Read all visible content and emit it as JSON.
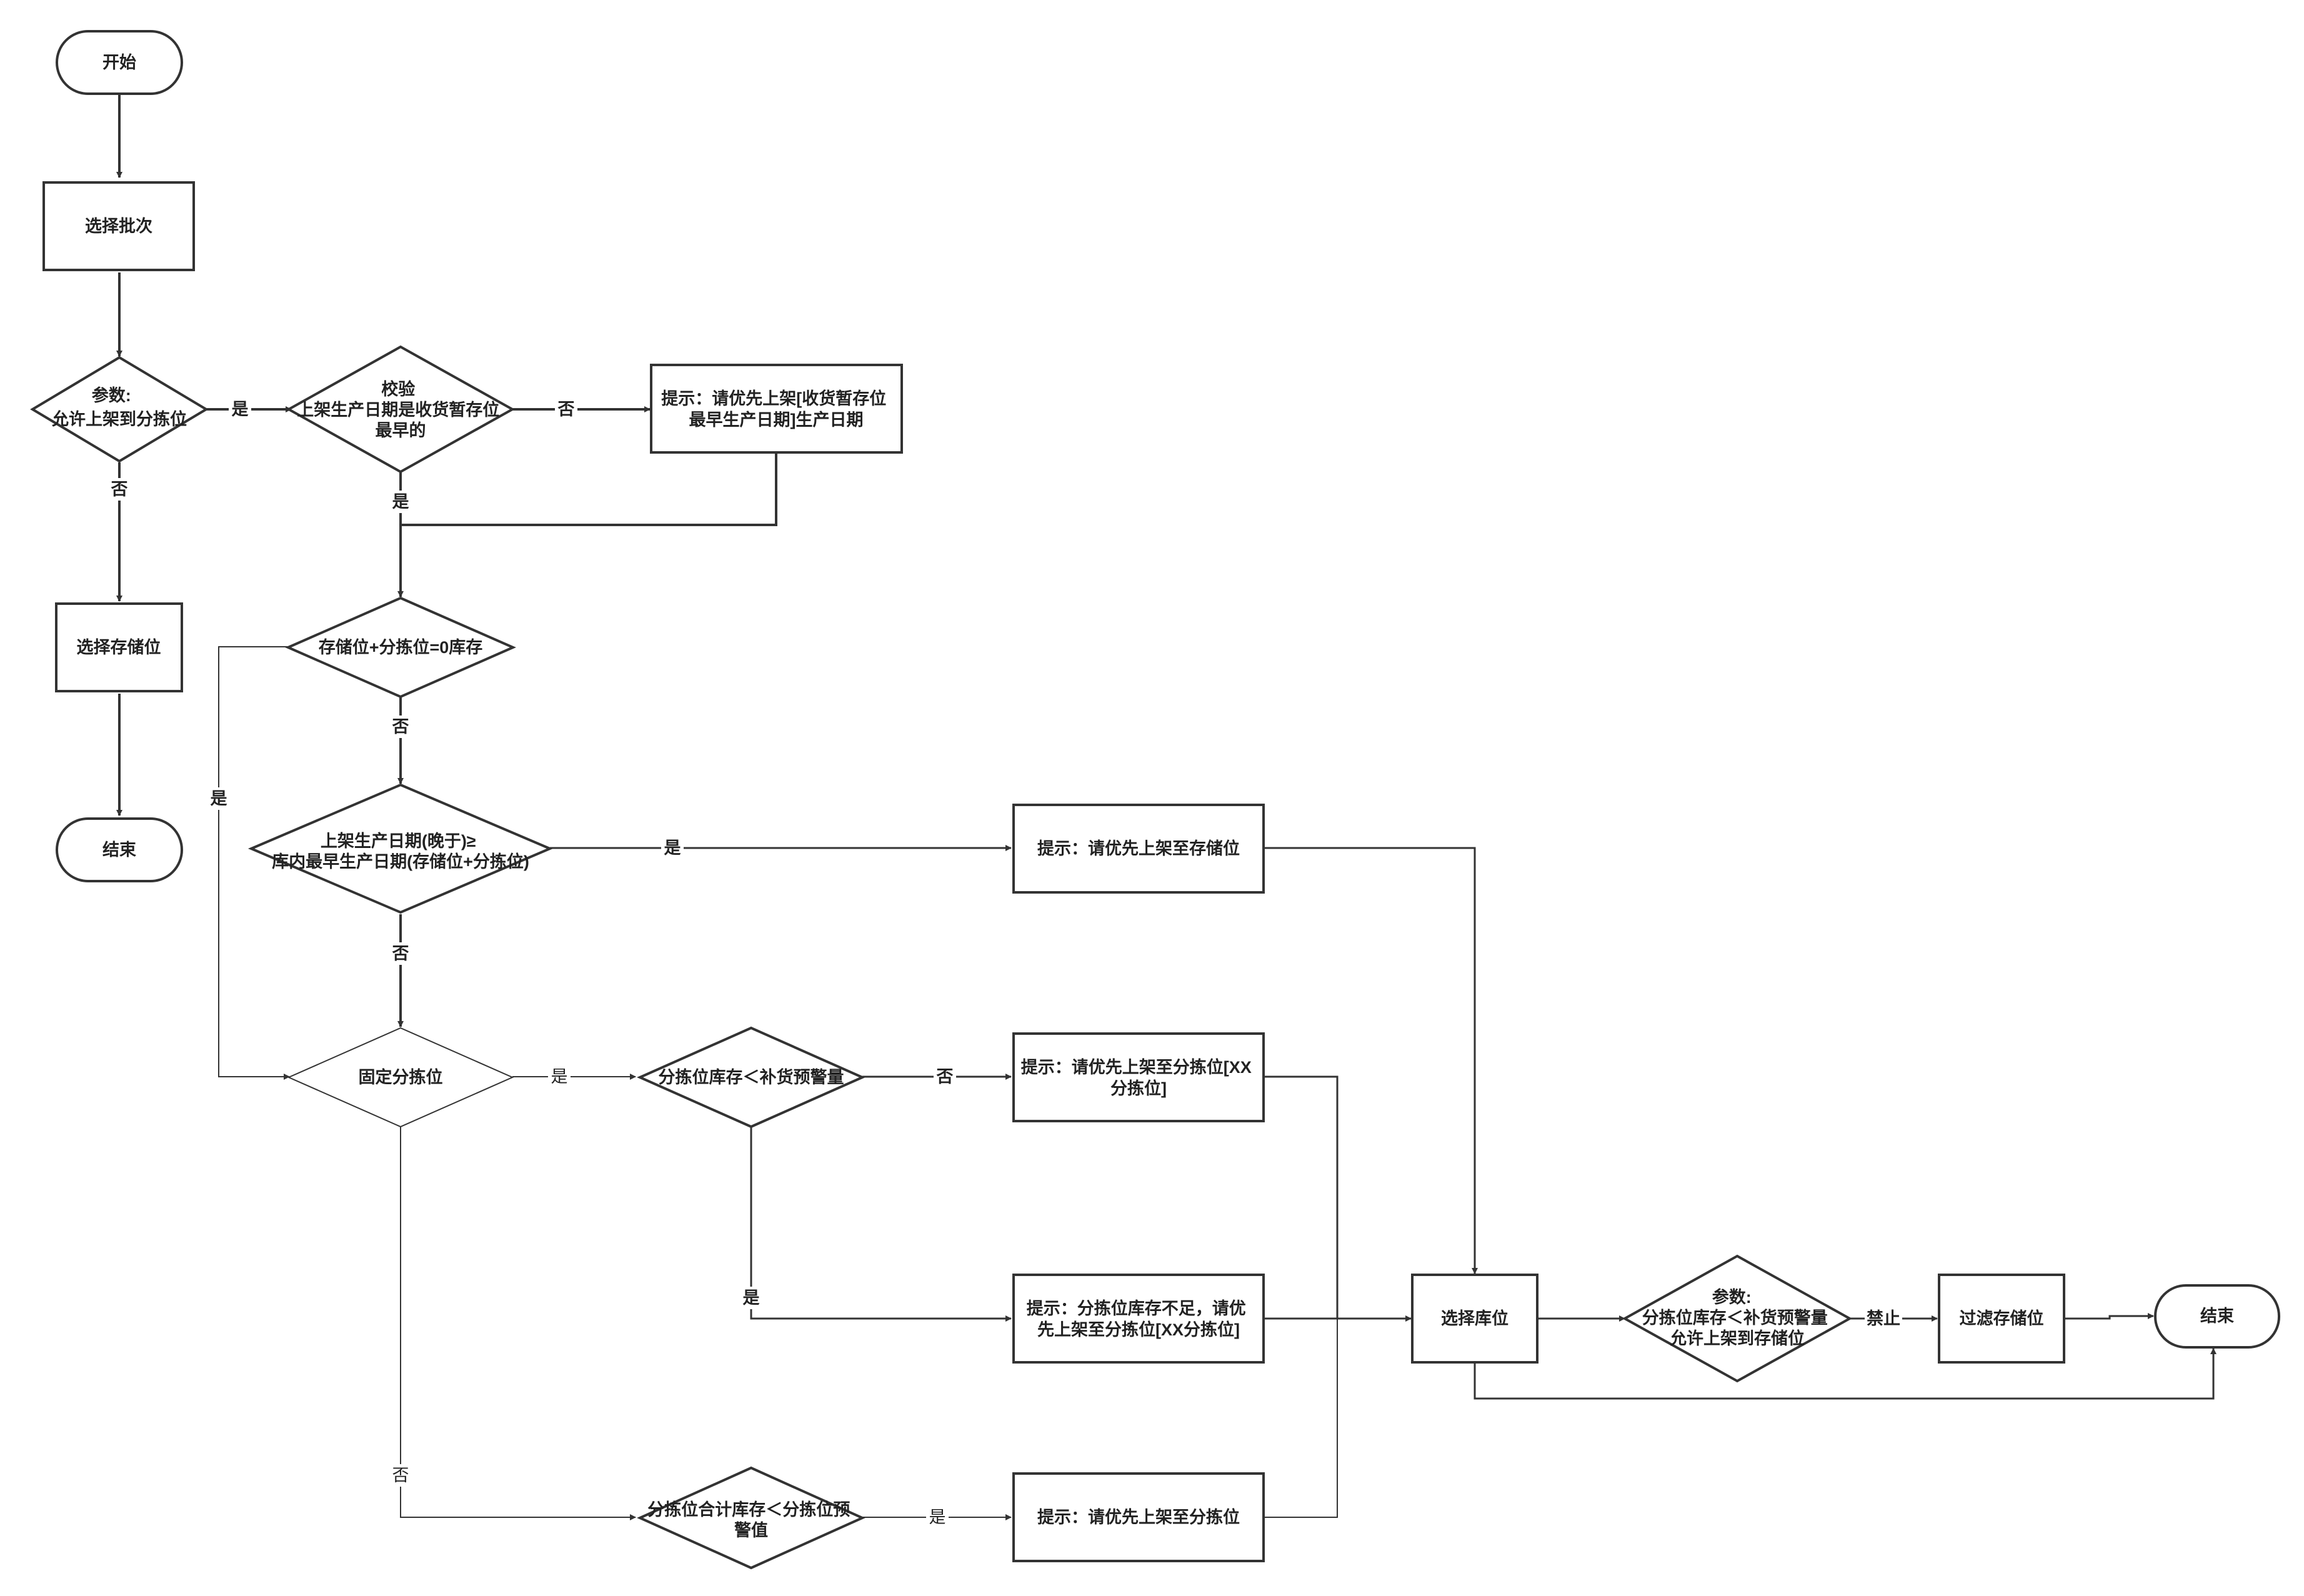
{
  "nodes": {
    "start": "开始",
    "select_batch": "选择批次",
    "param_allow": [
      "参数:",
      "允许上架到分拣位"
    ],
    "check_date": [
      "校验",
      "上架生产日期是收货暂存位",
      "最早的"
    ],
    "tip_earliest": [
      "提示：请优先上架[收货暂存位",
      "最早生产日期]生产日期"
    ],
    "select_storage": "选择存储位",
    "end_left": "结束",
    "zero_stock": "存储位+分拣位=0库存",
    "date_compare": [
      "上架生产日期(晚于)≥",
      "库内最早生产日期(存储位+分拣位)"
    ],
    "tip_storage": "提示：请优先上架至存储位",
    "fixed_pick": "固定分拣位",
    "pick_stock_lt": "分拣位库存＜补货预警量",
    "tip_pick_xx": [
      "提示：请优先上架至分拣位[XX",
      "分拣位]"
    ],
    "tip_insufficient": [
      "提示：分拣位库存不足，请优",
      "先上架至分拣位[XX分拣位]"
    ],
    "total_stock_lt": [
      "分拣位合计库存＜分拣位预",
      "警值"
    ],
    "tip_pick": "提示：请优先上架至分拣位",
    "select_location": "选择库位",
    "param_replenish": [
      "参数:",
      "分拣位库存＜补货预警量",
      "允许上架到存储位"
    ],
    "filter_storage": "过滤存储位",
    "end_right": "结束"
  },
  "labels": {
    "yes": "是",
    "no": "否",
    "forbid": "禁止"
  }
}
